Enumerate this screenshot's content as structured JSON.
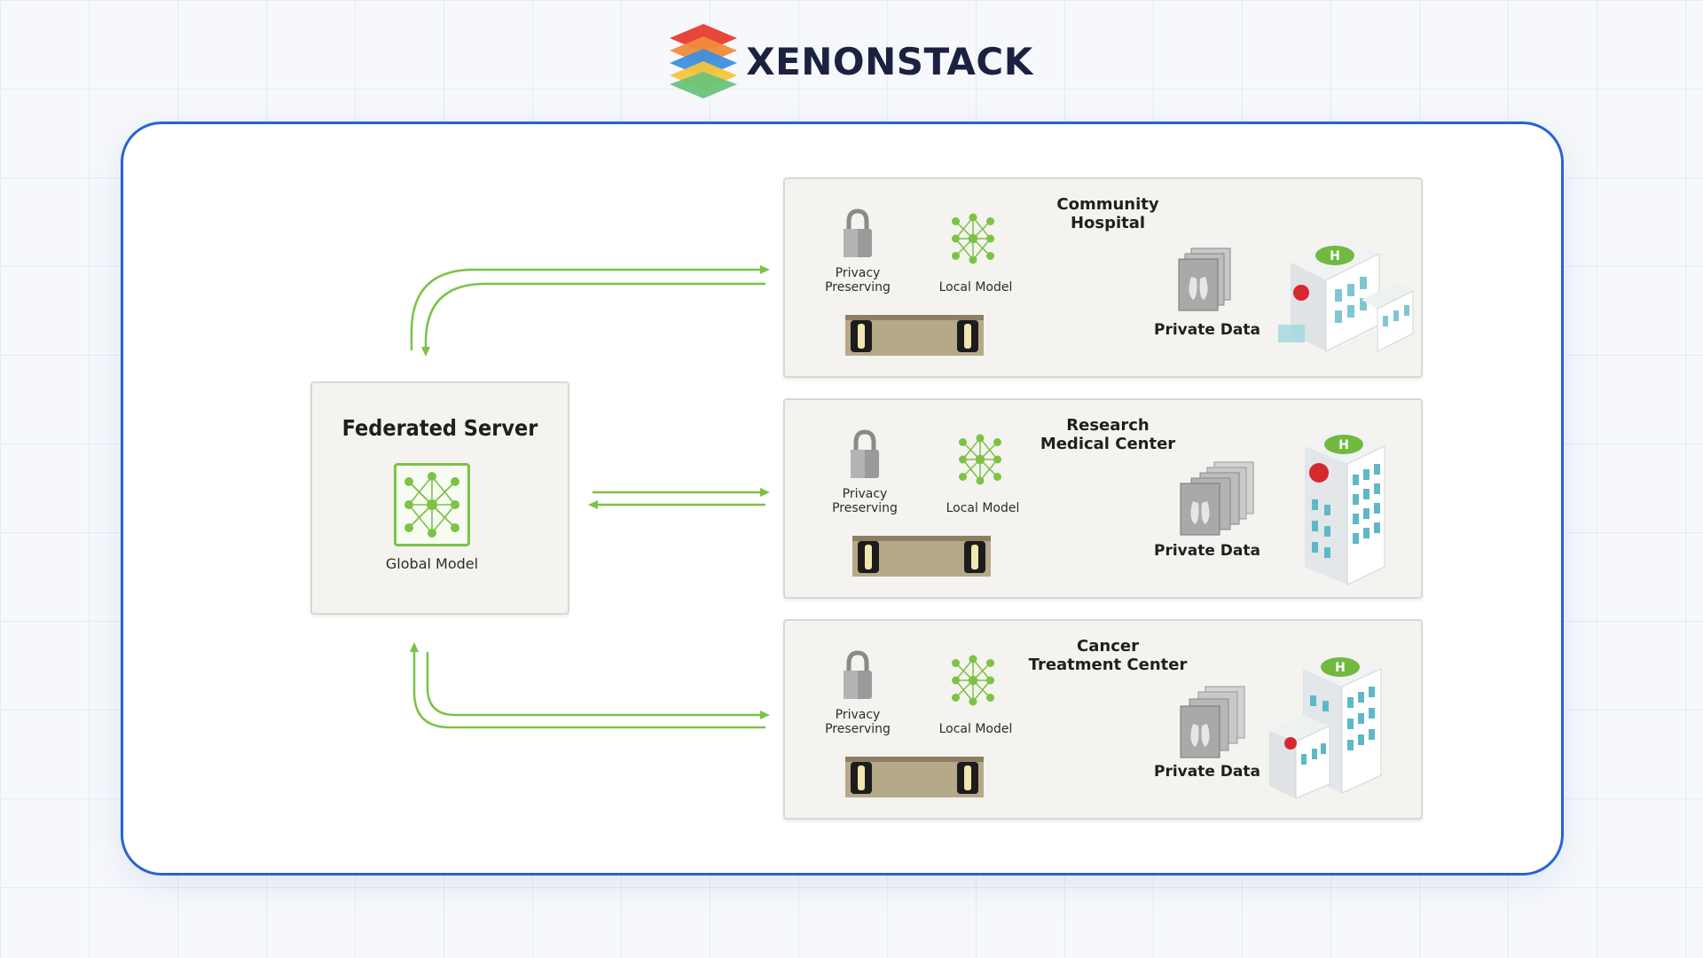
{
  "brand": {
    "name": "XENONSTACK"
  },
  "server": {
    "title": "Federated Server",
    "model_label": "Global Model"
  },
  "sites": [
    {
      "title_line1": "Community",
      "title_line2": "Hospital",
      "privacy_line1": "Privacy",
      "privacy_line2": "Preserving",
      "local_model": "Local Model",
      "private_data": "Private Data"
    },
    {
      "title_line1": "Research",
      "title_line2": "Medical Center",
      "privacy_line1": "Privacy",
      "privacy_line2": "Preserving",
      "local_model": "Local Model",
      "private_data": "Private Data"
    },
    {
      "title_line1": "Cancer",
      "title_line2": "Treatment Center",
      "privacy_line1": "Privacy",
      "privacy_line2": "Preserving",
      "local_model": "Local Model",
      "private_data": "Private Data"
    }
  ],
  "colors": {
    "frame": "#2563d6",
    "arrow": "#7dc245",
    "panel": "#f4f3ef"
  }
}
